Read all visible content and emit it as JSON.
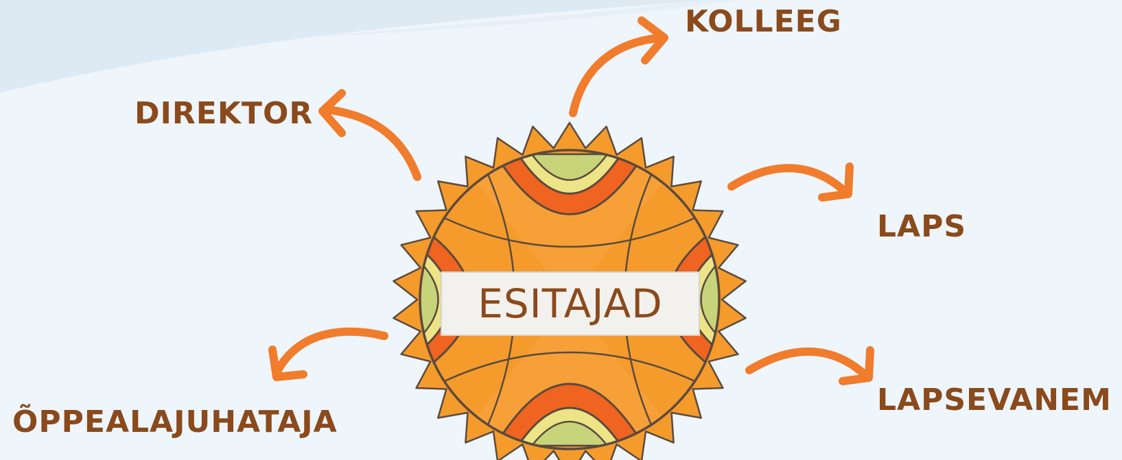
{
  "center": {
    "label": "ESITAJAD"
  },
  "nodes": {
    "kolleeg": "KOLLEEG",
    "direktor": "DIREKTOR",
    "laps": "LAPS",
    "lapsevanem": "LAPSEVANEM",
    "oppealajuhataja": "ÕPPEALAJUHATAJA"
  },
  "colors": {
    "text": "#8a4a1c",
    "arrow": "#f07c2c",
    "sun_orange": "#f49b2c",
    "band_red": "#ee6420",
    "band_yellow": "#ece487",
    "band_green": "#c7d47a",
    "outline": "#5b4a3e",
    "background": "#eef5fb"
  }
}
